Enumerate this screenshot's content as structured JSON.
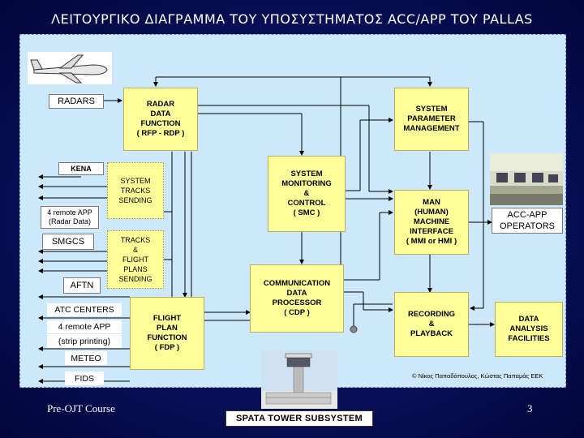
{
  "title": "ΛΕΙΤΟΥΡΓΙΚΟ ΔΙΑΓΡΑΜΜΑ ΤΟΥ ΥΠΟΣΥΣΤΗΜΑΤΟΣ ACC/APP ΤΟΥ PALLAS",
  "boxes": {
    "rdp": "RADAR\nDATA\nFUNCTION\n( RFP - RDP )",
    "spm": "SYSTEM\nPARAMETER\nMANAGEMENT",
    "smc": "SYSTEM\nMONITORING\n&\nCONTROL\n( SMC )",
    "mmi": "MAN\n(HUMAN)\nMACHINE\nINTERFACE\n( MMI or HMI )",
    "cdp": "COMMUNICATION\nDATA\nPROCESSOR\n( CDP )",
    "fdp": "FLIGHT\nPLAN\nFUNCTION\n( FDP )",
    "recording": "RECORDING\n&\nPLAYBACK",
    "data_analysis": "DATA\nANALYSIS\nFACILITIES",
    "tracks_sending": "SYSTEM\nTRACKS\nSENDING",
    "flight_plans_sending": "TRACKS\n&\nFLIGHT\nPLANS\nSENDING"
  },
  "external": {
    "radars": "RADARS",
    "kena": "KENA",
    "remote_app_radar": "4 remote APP\n(Radar Data)",
    "smgcs": "SMGCS",
    "aftn": "AFTN",
    "atc_centers": "ATC CENTERS",
    "remote_app_strip_1": "4 remote APP",
    "remote_app_strip_2": "(strip printing)",
    "meteo": "METEO",
    "fids": "FIDS",
    "operators": "ACC-APP\nOPERATORS"
  },
  "copyright": "© Νίκος Παπαδόπουλος, Κώστας Παπαμάς ΕΕΚ",
  "footer": {
    "course": "Pre-OJT Course",
    "page": "3",
    "subsystem": "SPATA TOWER SUBSYSTEM"
  }
}
